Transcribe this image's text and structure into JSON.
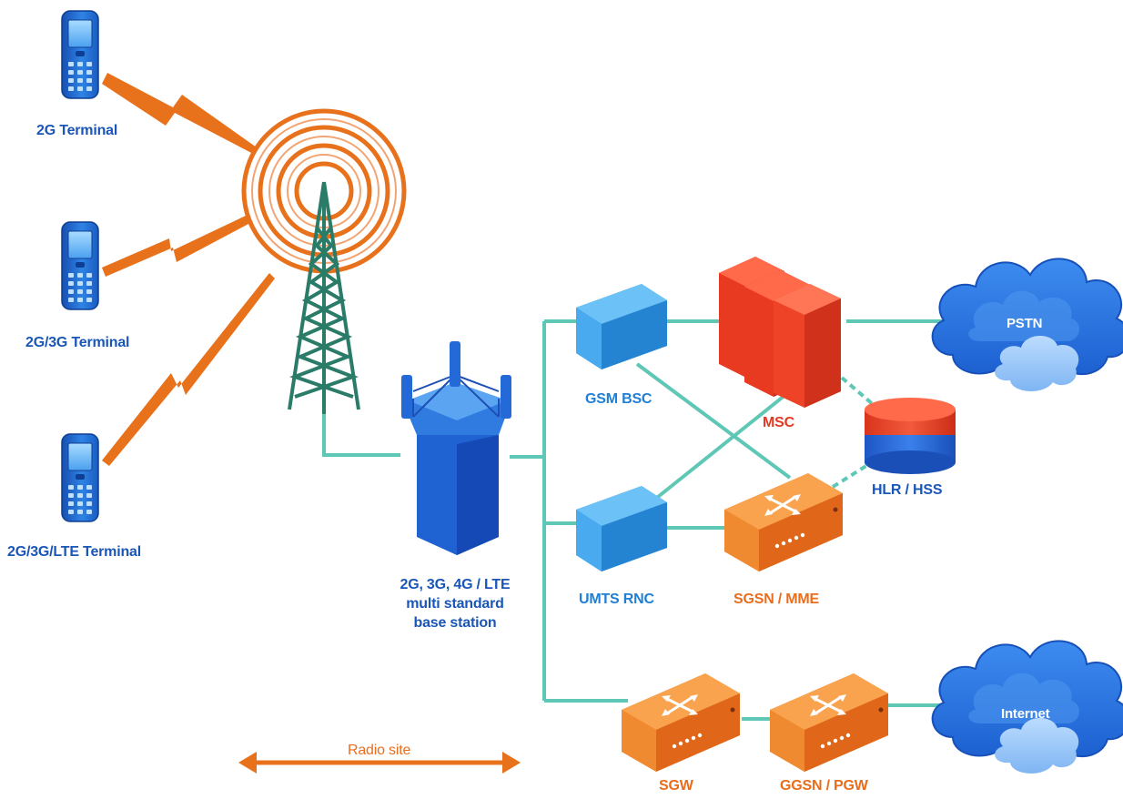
{
  "colors": {
    "link": "#5fc7b5",
    "radio": "#e8711c",
    "terminal": "#1f6fd6",
    "tower": "#2a7b67",
    "base_station": "#1860d6",
    "controller": "#3ba6ec",
    "msc": "#ee4326",
    "router": "#f4842a",
    "cloud": "#2a78e8"
  },
  "terminals": [
    {
      "label": "2G Terminal"
    },
    {
      "label": "2G/3G Terminal"
    },
    {
      "label": "2G/3G/LTE Terminal"
    }
  ],
  "base_station": {
    "lines": [
      "2G, 3G, 4G / LTE",
      "multi standard",
      "base station"
    ]
  },
  "nodes": {
    "gsm_bsc": "GSM BSC",
    "umts_rnc": "UMTS RNC",
    "msc": "MSC",
    "hlr_hss": "HLR / HSS",
    "sgsn_mme": "SGSN / MME",
    "sgw": "SGW",
    "ggsn_pgw": "GGSN / PGW"
  },
  "clouds": {
    "pstn": "PSTN",
    "internet": "Internet"
  },
  "radio_site": "Radio site",
  "icons": [
    "mobile-phone-icon",
    "radio-tower-icon",
    "base-station-icon",
    "controller-box-icon",
    "server-icon",
    "database-icon",
    "router-icon",
    "cloud-icon",
    "double-arrow-icon",
    "lightning-icon"
  ]
}
